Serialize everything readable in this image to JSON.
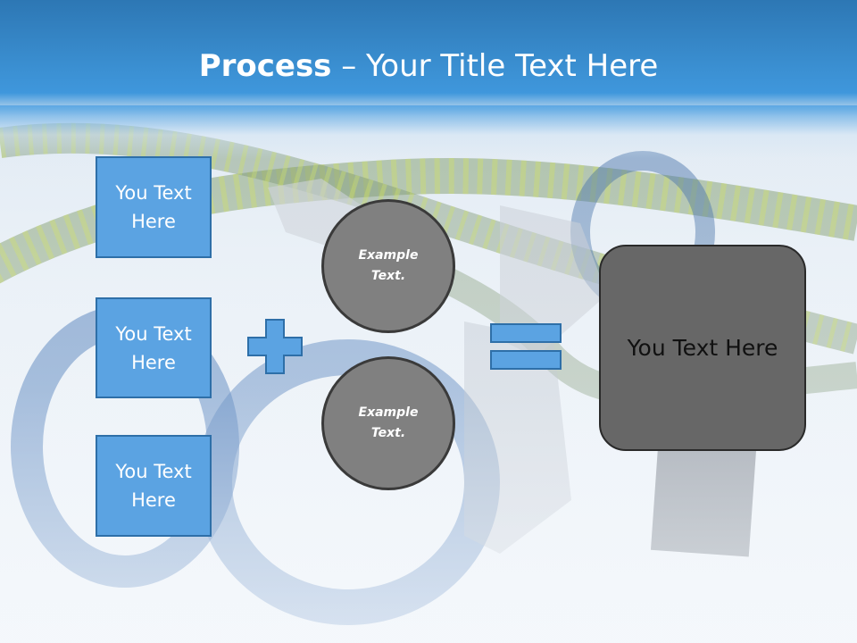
{
  "title": {
    "bold": "Process",
    "rest": " – Your Title Text Here"
  },
  "boxes": [
    {
      "label": "You Text Here"
    },
    {
      "label": "You Text Here"
    },
    {
      "label": "You Text Here"
    }
  ],
  "circles": [
    {
      "label": "Example Text."
    },
    {
      "label": "Example Text."
    }
  ],
  "result": {
    "label": "You Text Here"
  },
  "colors": {
    "header": "#3a8ed0",
    "box_fill": "#5ba3e2",
    "box_border": "#2e6fa8",
    "circle_fill": "#808080",
    "result_fill": "#676767"
  },
  "icons": {
    "plus": "plus-icon",
    "equals": "equals-icon"
  }
}
